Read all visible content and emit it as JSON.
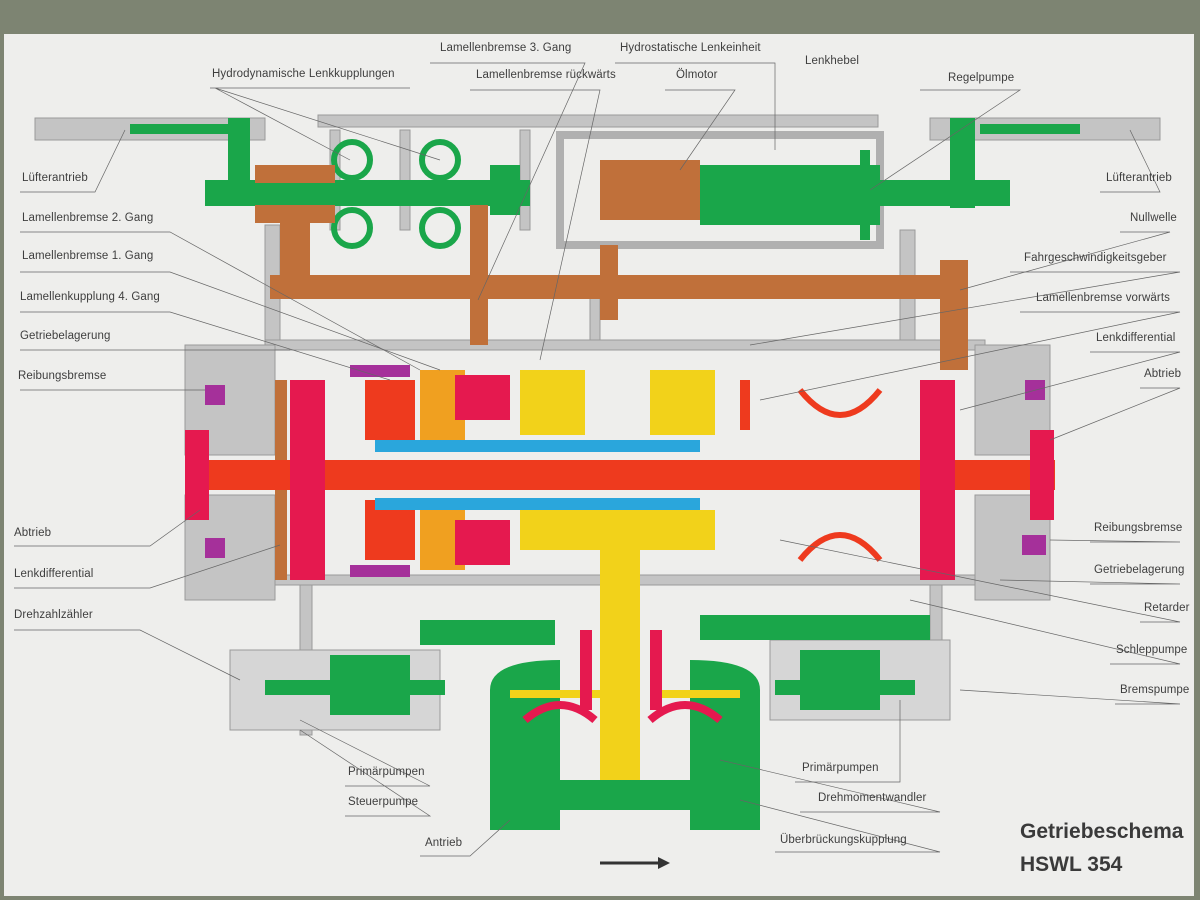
{
  "title": {
    "line1": "Getriebeschema",
    "line2": "HSWL 354"
  },
  "labels": {
    "top": {
      "hydrodynamische_lenkkupplungen": "Hydrodynamische Lenkkupplungen",
      "lamellenbremse_3_gang": "Lamellenbremse 3. Gang",
      "lamellenbremse_rueckwaerts": "Lamellenbremse rückwärts",
      "hydrostatische_lenkeinheit": "Hydrostatische Lenkeinheit",
      "oelmotor": "Ölmotor",
      "lenkhebel": "Lenkhebel",
      "regelpumpe": "Regelpumpe"
    },
    "left": {
      "luefterantrieb": "Lüfterantrieb",
      "lamellenbremse_2_gang": "Lamellenbremse 2. Gang",
      "lamellenbremse_1_gang": "Lamellenbremse 1. Gang",
      "lamellenkupplung_4_gang": "Lamellenkupplung 4. Gang",
      "getriebelagerung": "Getriebelagerung",
      "reibungsbremse": "Reibungsbremse",
      "abtrieb": "Abtrieb",
      "lenkdifferential": "Lenkdifferential",
      "drehzahlzaehler": "Drehzahlzähler"
    },
    "right": {
      "luefterantrieb": "Lüfterantrieb",
      "nullwelle": "Nullwelle",
      "fahrgeschwindigkeitsgeber": "Fahrgeschwindigkeitsgeber",
      "lamellenbremse_vorwaerts": "Lamellenbremse vorwärts",
      "lenkdifferential": "Lenkdifferential",
      "abtrieb": "Abtrieb",
      "reibungsbremse": "Reibungsbremse",
      "getriebelagerung": "Getriebelagerung",
      "retarder": "Retarder",
      "schleppumpe": "Schleppumpe",
      "bremspumpe": "Bremspumpe"
    },
    "bottom": {
      "primaerpumpen_left": "Primärpumpen",
      "steuerpumpe": "Steuerpumpe",
      "antrieb": "Antrieb",
      "primaerpumpen_right": "Primärpumpen",
      "drehmomentwandler": "Drehmomentwandler",
      "ueberbrueckungskupplung": "Überbrückungskupplung"
    }
  },
  "colors": {
    "housing": "#b9b9b9",
    "green": "#1aa64a",
    "brown": "#c0703a",
    "red": "#ee3a1e",
    "crimson": "#e5194f",
    "yellow": "#f2d21a",
    "blue": "#2aa6dc",
    "orange": "#f0a020",
    "purple": "#a5309a"
  }
}
